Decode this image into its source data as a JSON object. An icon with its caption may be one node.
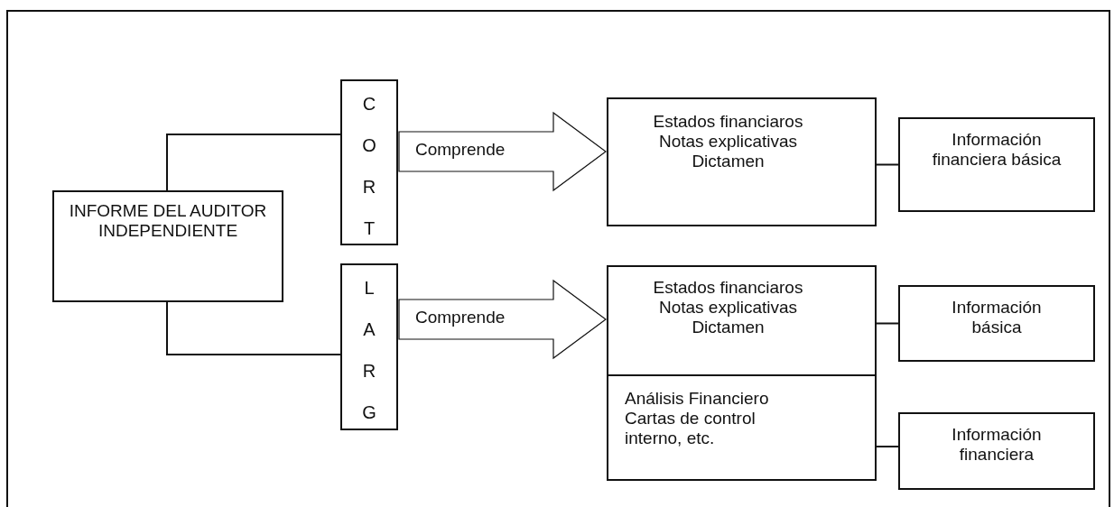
{
  "diagram": {
    "nodes": [
      {
        "text": [
          "INFORME DEL AUDITOR INDEPENDIENTE"
        ]
      },
      {
        "text": [
          "CORT"
        ]
      },
      {
        "text": [
          "LARG"
        ]
      },
      {
        "text": [
          "Estados financiaros Notas explicativas Dictamen"
        ]
      },
      {
        "text": [
          "Información financiera básica"
        ]
      },
      {
        "text": [
          "Estados financiaros Notas explicativas Dictamen"
        ]
      },
      {
        "text": [
          "Información básica"
        ]
      },
      {
        "text": [
          "Análisis Financiero Cartas de control interno, etc."
        ]
      },
      {
        "text": [
          "Información financiera"
        ]
      }
    ],
    "edges": [
      {
        "from": 0,
        "to": 1,
        "arrow": "none"
      },
      {
        "from": 0,
        "to": 2,
        "arrow": "none"
      },
      {
        "from": 1,
        "to": 3,
        "arrow": "to",
        "label": "Comprende",
        "style": "thick"
      },
      {
        "from": 2,
        "to": 5,
        "arrow": "to",
        "label": "Comprende",
        "style": "thick"
      },
      {
        "from": 3,
        "to": 4,
        "arrow": "none"
      },
      {
        "from": 5,
        "to": 6,
        "arrow": "none"
      },
      {
        "from": 7,
        "to": 8,
        "arrow": "none"
      }
    ]
  }
}
